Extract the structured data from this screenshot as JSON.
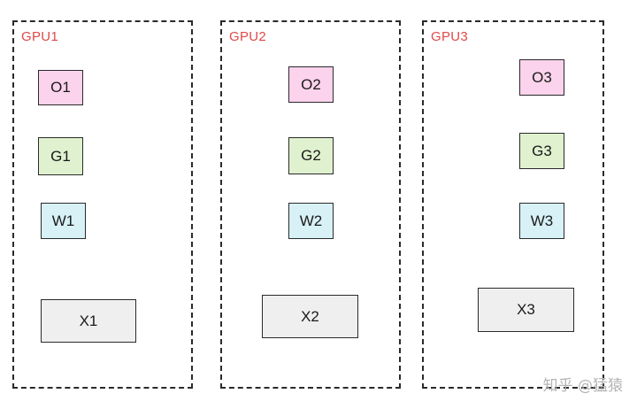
{
  "gpus": [
    {
      "label": "GPU1",
      "o": "O1",
      "g": "G1",
      "w": "W1",
      "x": "X1"
    },
    {
      "label": "GPU2",
      "o": "O2",
      "g": "G2",
      "w": "W2",
      "x": "X2"
    },
    {
      "label": "GPU3",
      "o": "O3",
      "g": "G3",
      "w": "W3",
      "x": "X3"
    }
  ],
  "watermark": "知乎 @猛猿",
  "colors": {
    "label": "#e04848",
    "optimizer": "#fbd3ec",
    "gradient": "#dff1cf",
    "weight": "#d7f1f6",
    "activation": "#efefef"
  }
}
